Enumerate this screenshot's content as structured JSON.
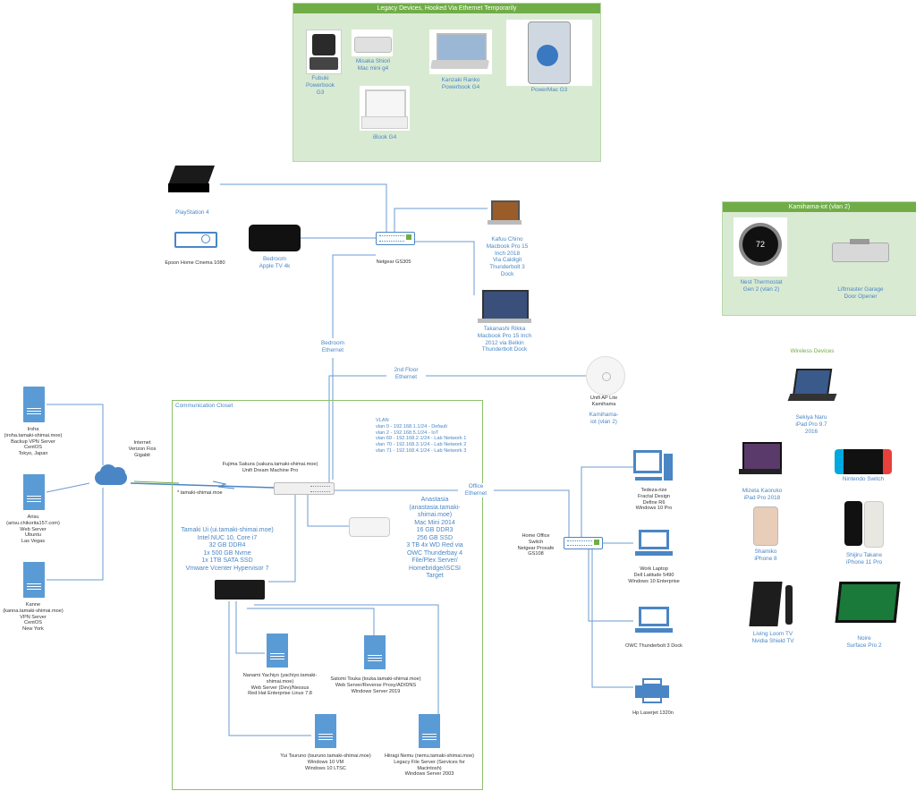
{
  "legacy": {
    "header": "Legacy Devices, Hooked Via Ethernet Temporarily",
    "fubuki": "Fubuki\nPowerbook\nG3",
    "misaka": "Misaka Shiori\nMac mini g4",
    "kanzaki": "Kanzaki Ranko\nPowerbook G4",
    "powermac": "PowerMac G3",
    "ibook": "iBook G4"
  },
  "iot": {
    "header": "Kamihama-iot (vlan 2)",
    "thermostat_value": "72",
    "thermostat": "Nest Thermostat\nGen 2 (vlan 2)",
    "garage": "Liftmaster Garage\nDoor Opener"
  },
  "top": {
    "ps4": "PlayStation 4",
    "projector": "Epson Home Cinema 1080",
    "appletv": "Bedroom\nApple TV 4k",
    "netgear": "Netgear GS305",
    "kafuu": "Kafuu Chino\nMacbook Pro 15\nInch 2018\nVia Caldigit\nThunderbolt 3\nDock",
    "takanashi": "Takanashi Rikka\nMacbook Pro 15 Inch\n2012 via Belkin\nThunderbolt Dock",
    "bedroom_eth": "Bedroom\nEthernet",
    "floor2_eth": "2nd Floor\nEthernet",
    "ap_label": "Unifi AP Lite\nKamihama",
    "ap_vlan": "Kamihama-\niot (vlan 2)"
  },
  "servers": {
    "iroha": "Iroha\n(iroha.tamaki-shimai.moe)\nBackup VPN Server\nCentOS\nTokyo, Japan",
    "arisu": "Arisu\n(arisu.chikorita157.com)\nWeb Server\nUbuntu\nLas Vegas",
    "kanne": "Kanne\n(kanna.tamaki-shimai.moe)\nVPN Server\nCentOS\nNew York",
    "internet": "Internet\nVerizon Fios\nGigabit",
    "domain": "* tamaki-shimai.moe"
  },
  "closet": {
    "title": "Communication Closet",
    "udm": "Fujima Sakura (sakura.tamaki-shimai.moe)\nUnifi Dream Machine Pro",
    "vlan": "VLAN\nvlan 0 - 192.168.1.1/24 - Default\nvlan 2 - 192.168.5.1/24 - IoT\nvlan 69 - 192.168.2.1/24 - Lab Network 1\nvlan 70 - 192.168.3.1/24 - Lab Network 2\nvlan 71 - 192.168.4.1/24 - Lab Network 3",
    "office_eth": "Office\nEthernet",
    "anastasia": "Anastasia\n(anastasia.tamaki-\nshimai.moe)\nMac Mini 2014\n16 GB DDR3\n256 GB SSD\n3 TB 4x WD Red via\nOWC Thunderbay 4\nFile/Plex Server/\nHomebridge/iSCSI\nTarget",
    "tamaki": "Tamaki Ui (ui.tamaki-shimai.moe)\nIntel NUC 10, Core i7\n32 GB DDR4\n1x 500 GB Nvme\n1x 1TB SATA SSD\nVmware Vcenter Hypervisor 7",
    "nanami": "Nanami Yachiyo (yachiyo.tamaki-\nshimai.moe)\nWeb Server (Dev)/Nessus\nRed Hat Enterprise Linux 7.8",
    "satomi": "Satomi Touka (touka.tamaki-shimai.moe)\nWeb Server/Reverse Proxy/AD/DNS\nWindows Server 2019",
    "yui": "Yui Tsuruno (tsuruno.tamaki-shimai.moe)\nWindows 10 VM\nWindows 10 LTSC",
    "hiiragi": "Hiiragi Nemu (nemu.tamaki-shimai.moe)\nLegacy File Server (Services for\nMacintosh)\nWindows Server 2003"
  },
  "office": {
    "switch": "Home Office\nSwitch\nNetgear Prosafe\nGS108",
    "tedeza": "Tedeza-rize\nFractal Design\nDefine R6\nWindows 10 Pro",
    "worklaptop": "Work Laptop\nDell Latitude 5490\nWindows 10 Enterprise",
    "owc": "OWC Thunderbolt 3 Dock",
    "printer": "Hp Laserjet 1320n"
  },
  "wireless": {
    "title": "Wireless Devices",
    "sekiya": "Sekiya Naru\niPad Pro 9.7\n2016",
    "mitama": "Mizeta Kaoruko\niPad Pro 2018",
    "switch": "Nintendo Switch",
    "shamiko": "Shamiko\niPhone 8",
    "shijiru": "Shijiru Takane\niPhone 11 Pro",
    "shield": "Living Loom TV\nNvidia Shield TV",
    "noire": "Noire\nSurface Pro 2"
  }
}
